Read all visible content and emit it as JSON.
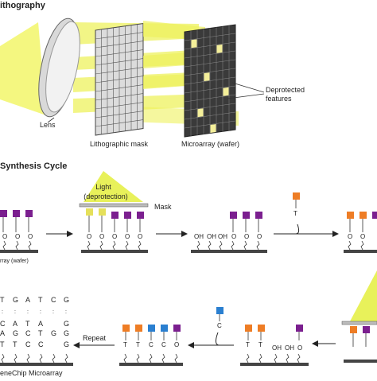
{
  "panel_a": {
    "title": "ithography",
    "lens_label": "Lens",
    "mask_label": "Lithographic mask",
    "wafer_label": "Microarray (wafer)",
    "features_label_line1": "Deprotected",
    "features_label_line2": "features"
  },
  "panel_b": {
    "title": "Synthesis Cycle",
    "light_line1": "Light",
    "light_line2": "(deprotection)",
    "mask_label": "Mask",
    "wafer_caption": "rray (wafer)",
    "oh_label": "OH",
    "nucleotide_t": "T",
    "nucleotide_c": "C",
    "repeat_label": "Repeat",
    "genechip_caption": "eneChip  Microarray",
    "o_label": "O",
    "row1_bases": [
      "T",
      "T",
      "C",
      "C",
      "O"
    ],
    "seq_top": [
      "T",
      "G",
      "A",
      "T",
      "C",
      "G"
    ],
    "seq_mid": [
      "C",
      "A",
      "T",
      "A",
      "G"
    ],
    "seq_3": [
      "A",
      "G",
      "C",
      "T",
      "G",
      "G"
    ],
    "seq_4": [
      "T",
      "T",
      "C",
      "C",
      "G"
    ]
  },
  "colors": {
    "light": "#e8f15a",
    "light_fill": "#f2f66a",
    "purple": "#7b1f8f",
    "orange": "#ee7d25",
    "blue": "#2a7fd0",
    "yellow_block": "#e5e05a",
    "wafer": "#3a3a3a",
    "mask_frame": "#cfcfcf"
  },
  "icons": [
    "lens-icon",
    "arrow-right-icon",
    "arrow-left-icon",
    "curved-arrow-icon"
  ]
}
